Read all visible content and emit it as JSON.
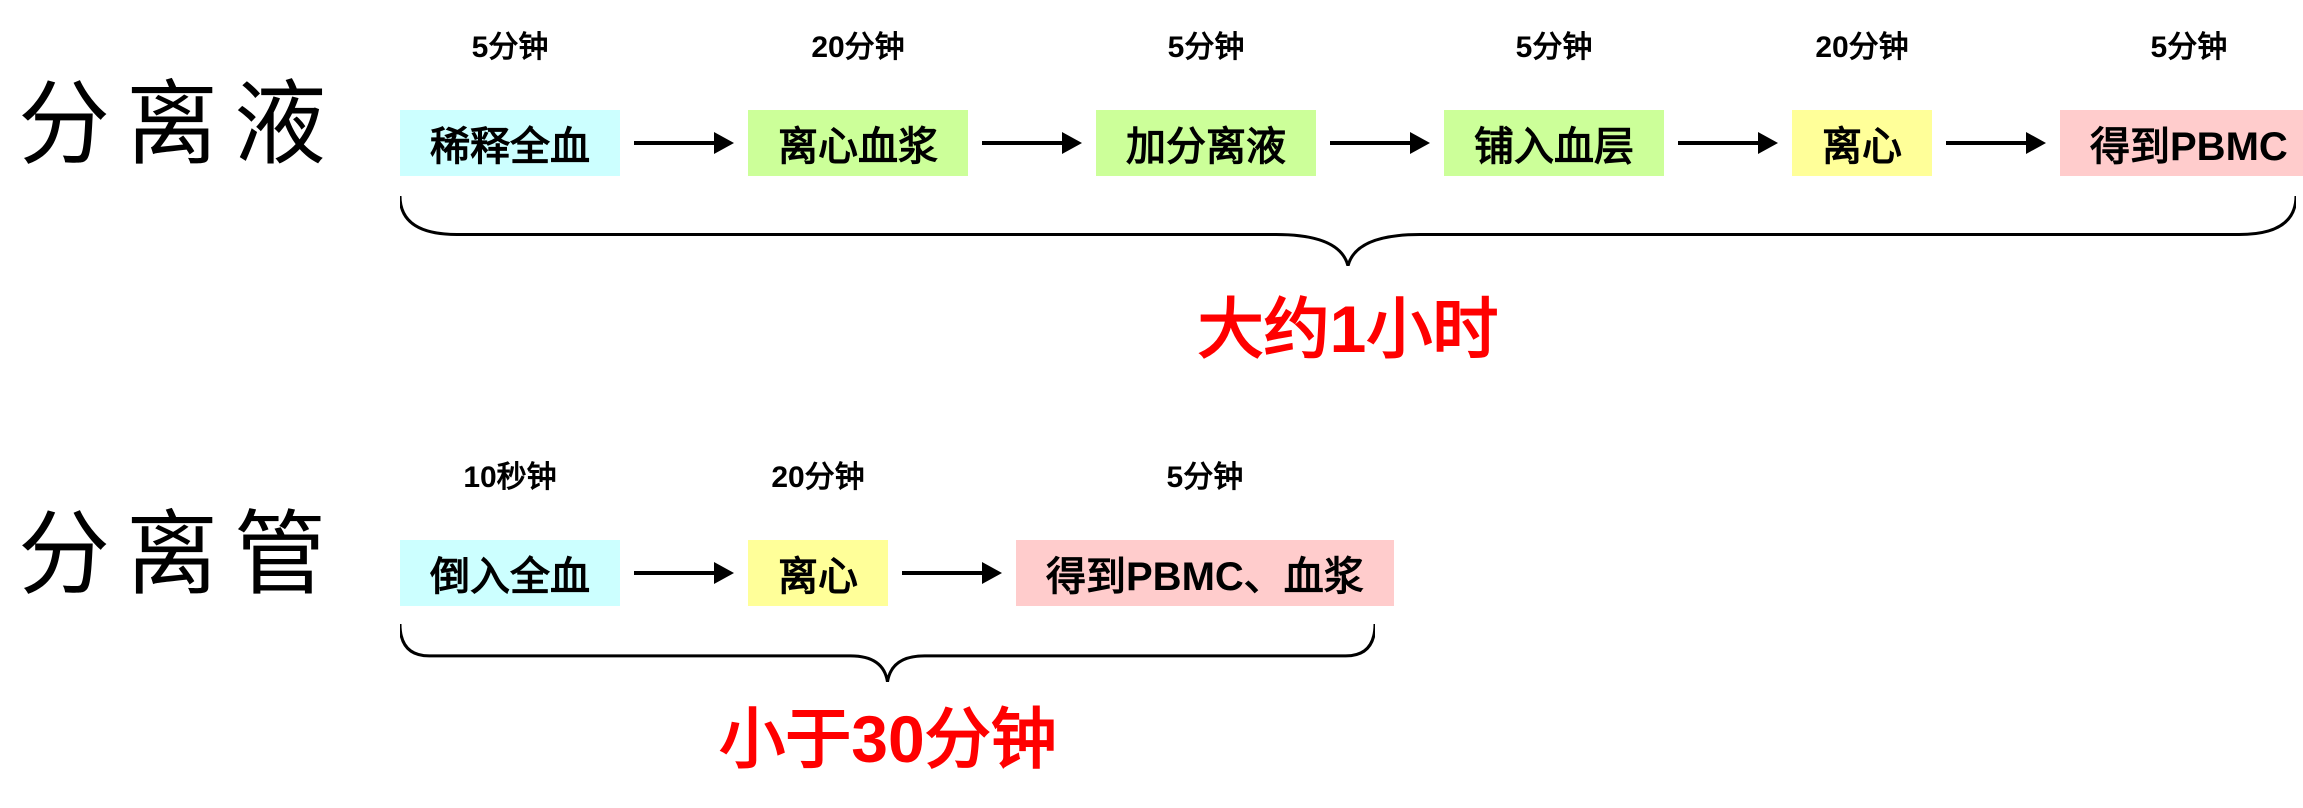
{
  "rows": [
    {
      "label": "分离液",
      "duration": "大约1小时",
      "steps": [
        {
          "time": "5分钟",
          "label": "稀释全血",
          "color": "#ccffff"
        },
        {
          "time": "20分钟",
          "label": "离心血浆",
          "color": "#ccff99"
        },
        {
          "time": "5分钟",
          "label": "加分离液",
          "color": "#ccff99"
        },
        {
          "time": "5分钟",
          "label": "铺入血层",
          "color": "#ccff99"
        },
        {
          "time": "20分钟",
          "label": "离心",
          "color": "#ffff99"
        },
        {
          "time": "5分钟",
          "label": "得到PBMC",
          "color": "#ffcccc"
        }
      ]
    },
    {
      "label": "分离管",
      "duration": "小于30分钟",
      "steps": [
        {
          "time": "10秒钟",
          "label": "倒入全血",
          "color": "#ccffff"
        },
        {
          "time": "20分钟",
          "label": "离心",
          "color": "#ffff99"
        },
        {
          "time": "5分钟",
          "label": "得到PBMC、血浆",
          "color": "#ffcccc"
        }
      ]
    }
  ],
  "colors": {
    "duration_text": "#ff0000",
    "arrow": "#000000"
  }
}
